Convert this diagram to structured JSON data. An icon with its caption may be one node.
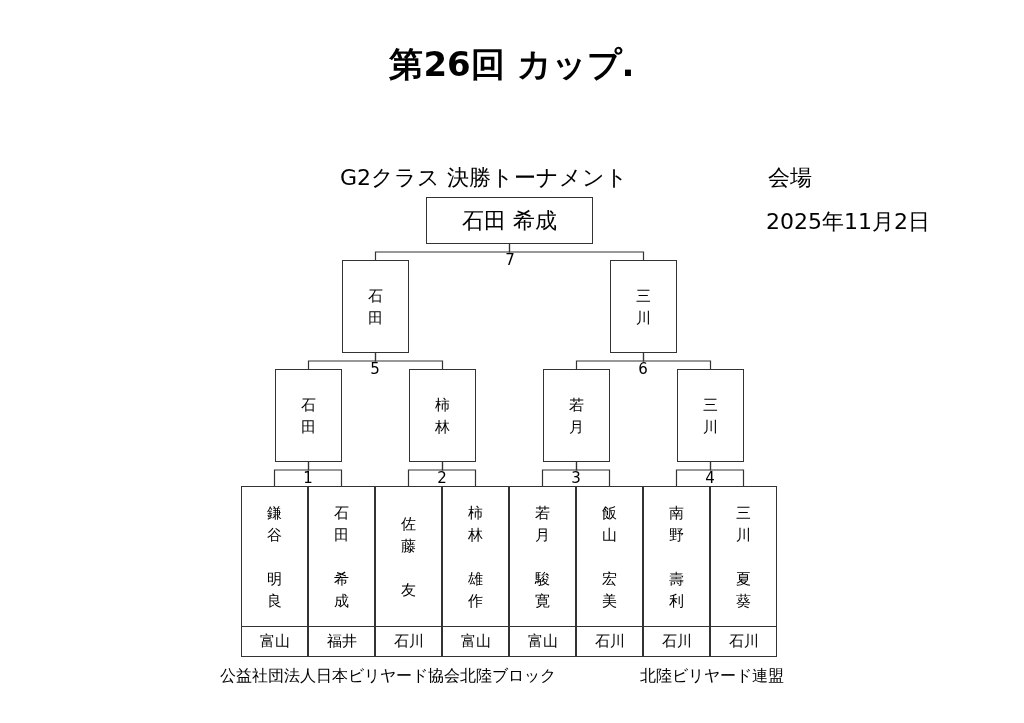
{
  "diagram": {
    "title": "第26回 カップ.",
    "nodes": [
      {
        "text": [
          "石田 希成"
        ]
      },
      {
        "text": [
          "石田"
        ]
      },
      {
        "text": [
          "三川"
        ]
      },
      {
        "text": [
          "石田"
        ]
      },
      {
        "text": [
          "柿林"
        ]
      },
      {
        "text": [
          "若月"
        ]
      },
      {
        "text": [
          "三川"
        ]
      },
      {
        "text": [
          "鎌谷",
          "明良"
        ],
        "beside": [
          "富山"
        ]
      },
      {
        "text": [
          "石田",
          "希成"
        ],
        "beside": [
          "福井"
        ]
      },
      {
        "text": [
          "佐藤",
          "友"
        ],
        "beside": [
          "石川"
        ]
      },
      {
        "text": [
          "柿林",
          "雄作"
        ],
        "beside": [
          "富山"
        ]
      },
      {
        "text": [
          "若月",
          "駿寛"
        ],
        "beside": [
          "富山"
        ]
      },
      {
        "text": [
          "飯山",
          "宏美"
        ],
        "beside": [
          "石川"
        ]
      },
      {
        "text": [
          "南野",
          "壽利"
        ],
        "beside": [
          "石川"
        ]
      },
      {
        "text": [
          "三川",
          "夏葵"
        ],
        "beside": [
          "石川"
        ]
      }
    ],
    "edges": [
      {
        "from": 0,
        "to": 1,
        "arrow": "none"
      },
      {
        "from": 0,
        "to": 2,
        "arrow": "none"
      },
      {
        "from": 1,
        "to": 3,
        "arrow": "none"
      },
      {
        "from": 1,
        "to": 4,
        "arrow": "none"
      },
      {
        "from": 2,
        "to": 5,
        "arrow": "none"
      },
      {
        "from": 2,
        "to": 6,
        "arrow": "none"
      },
      {
        "from": 3,
        "to": 7,
        "arrow": "none"
      },
      {
        "from": 3,
        "to": 8,
        "arrow": "none"
      },
      {
        "from": 4,
        "to": 9,
        "arrow": "none"
      },
      {
        "from": 4,
        "to": 10,
        "arrow": "none"
      },
      {
        "from": 5,
        "to": 11,
        "arrow": "none"
      },
      {
        "from": 5,
        "to": 12,
        "arrow": "none"
      },
      {
        "from": 6,
        "to": 13,
        "arrow": "none"
      },
      {
        "from": 6,
        "to": 14,
        "arrow": "none"
      }
    ],
    "labels": [
      "G2クラス 決勝トーナメント",
      "会場",
      "2025年11月2日",
      "7",
      "5",
      "6",
      "1",
      "2",
      "3",
      "4",
      "公益社団法人日本ビリヤード協会北陸ブロック",
      "北陸ビリヤード連盟"
    ]
  }
}
